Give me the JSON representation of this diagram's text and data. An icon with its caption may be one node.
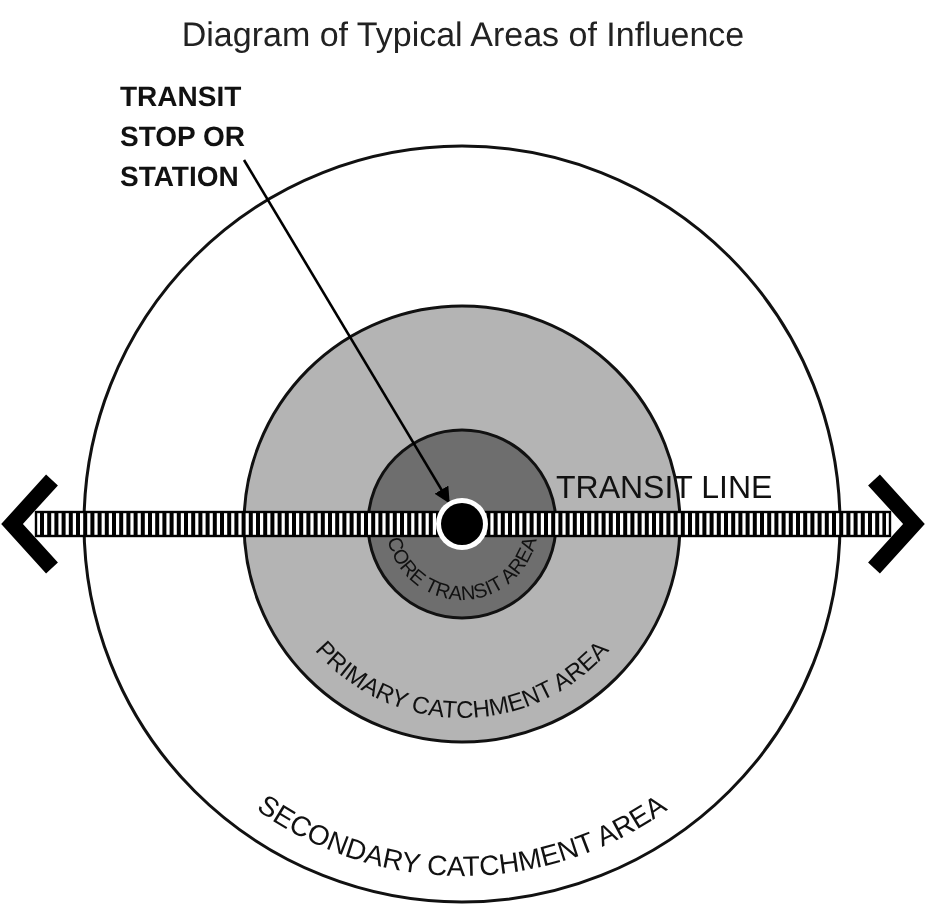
{
  "diagram": {
    "title": "Diagram of Typical Areas of Influence",
    "nodes": [
      {
        "text": [
          "SECONDARY CATCHMENT AREA"
        ]
      },
      {
        "text": [
          "PRIMARY CATCHMENT AREA"
        ],
        "in": 0
      },
      {
        "text": [
          "CORE TRANSIT AREA"
        ],
        "in": 1
      },
      {
        "text": [],
        "shape": "circle",
        "in": 2
      },
      {
        "text": [
          "TRANSIT STOP OR STATION"
        ]
      }
    ],
    "edges": [
      {
        "from": 4,
        "to": 3,
        "arrow": "to"
      }
    ],
    "labels": [
      "TRANSIT LINE"
    ]
  }
}
